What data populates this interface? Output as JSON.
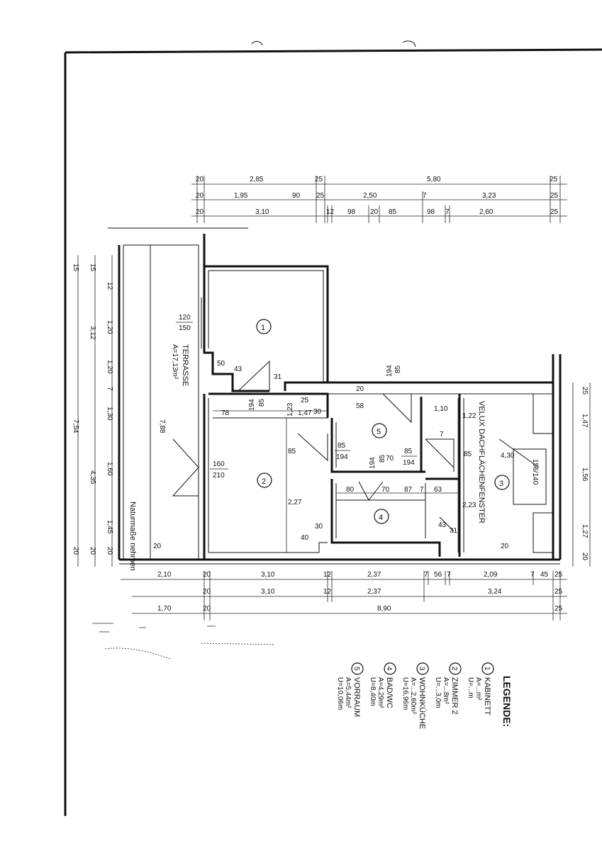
{
  "plan": {
    "top_dims_row1": [
      "20",
      "2,85",
      "25",
      "5,80",
      "25"
    ],
    "top_dims_row2": [
      "20",
      "1,95",
      "90",
      "25",
      "2,50",
      "7",
      "3,23",
      "25"
    ],
    "top_dims_row3": [
      "20",
      "3,10",
      "12",
      "98",
      "20",
      "85",
      "98",
      "7",
      "2,60",
      "25"
    ],
    "bottom_dims_row1": [
      "2,10",
      "20",
      "3,10",
      "12",
      "2,37",
      "7",
      "56",
      "7",
      "2,09",
      "7",
      "45",
      "25"
    ],
    "bottom_dims_row2": [
      "20",
      "3,10",
      "12",
      "2,37",
      "3,24",
      "25"
    ],
    "bottom_dims_row3": [
      "1,70",
      "20",
      "8,90",
      "25"
    ],
    "left_dims_outer": [
      "15",
      "7,54",
      "20"
    ],
    "left_dims_mid": [
      "15",
      "3,12",
      "4,35",
      "20"
    ],
    "left_dims_inner": [
      "12",
      "1,20",
      "1,20",
      "7",
      "1,30",
      "1,60",
      "1,45",
      "20"
    ],
    "right_dims": [
      "25",
      "1,47",
      "1,56",
      "1,27",
      "20"
    ],
    "terrace_label": "TERRASSE",
    "terrace_area": "A=17,13m²",
    "terrace_depth": "7,88",
    "natural_note": "Naturmaße nehmen",
    "window_note": "VELUX DACHFLÄCHENFENSTER",
    "roof_window_size": "156/140",
    "room_numbers": [
      "1",
      "2",
      "3",
      "4",
      "5"
    ],
    "door_dims": [
      {
        "w": "120",
        "h": "150"
      },
      {
        "w": "160",
        "h": "210"
      },
      {
        "w": "85",
        "h": "194"
      },
      {
        "w": "85",
        "h": "194"
      },
      {
        "w": "85",
        "h": "194"
      },
      {
        "w": "85",
        "h": "194"
      },
      {
        "w": "85",
        "h": "194"
      }
    ],
    "misc_dims": [
      "50",
      "43",
      "31",
      "78",
      "1,23",
      "1,47",
      "25",
      "30",
      "58",
      "1,10",
      "1,22",
      "7",
      "85",
      "2,27",
      "2,23",
      "4,30",
      "80",
      "70",
      "87",
      "7",
      "63",
      "43",
      "31",
      "30",
      "40",
      "20",
      "20",
      "70",
      "20",
      "85"
    ]
  },
  "legend": {
    "title": "LEGENDE:",
    "items": [
      {
        "num": "1",
        "name": "KABINETT",
        "area": "A=...m²",
        "perimeter": "U=...m"
      },
      {
        "num": "2",
        "name": "ZIMMER 2",
        "area": "A=...8m²",
        "perimeter": "U=...3,0m"
      },
      {
        "num": "3",
        "name": "WOHNKÜCHE",
        "area": "A=...2,60m²",
        "perimeter": "U=16,96m"
      },
      {
        "num": "4",
        "name": "BAD/WC",
        "area": "A=4,29m²",
        "perimeter": "U=8,40m"
      },
      {
        "num": "5",
        "name": "VORRAUM",
        "area": "A=5,44m²",
        "perimeter": "U=10,06m"
      }
    ]
  }
}
